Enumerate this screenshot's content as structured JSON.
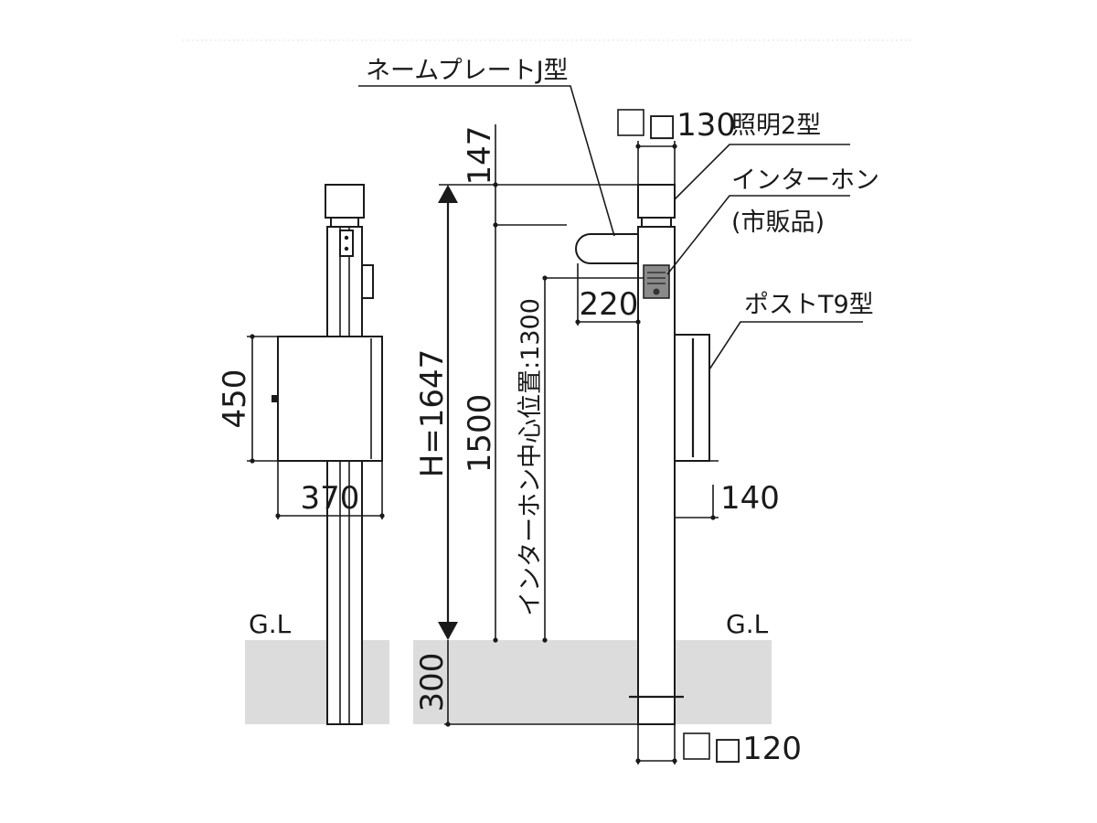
{
  "labels": {
    "nameplate": "ネームプレートJ型",
    "light": "照明2型",
    "intercom_line1": "インターホン",
    "intercom_line2": "(市販品)",
    "post": "ポストT9型",
    "gl_left": "G.L",
    "gl_right": "G.L"
  },
  "dimensions": {
    "light_size": "□130",
    "top_offset": "147",
    "nameplate_depth": "220",
    "mailbox_height": "450",
    "mailbox_width": "370",
    "total_height": "H=1647",
    "height_1500": "1500",
    "intercom_center": "インターホン中心位置:1300",
    "post_offset": "140",
    "embed_depth": "300",
    "pole_size": "□120"
  },
  "colors": {
    "line": "#1a1a1a",
    "ground": "#dcdcdc",
    "background": "#ffffff"
  }
}
